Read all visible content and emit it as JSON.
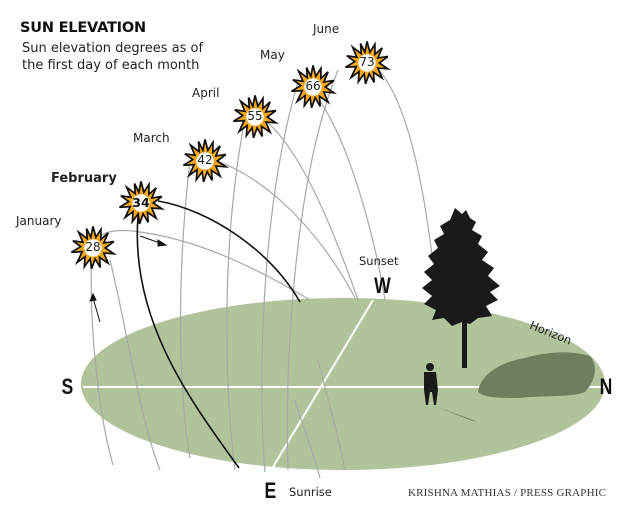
{
  "title": "SUN ELEVATION",
  "subtitle": "Sun elevation degrees as of the first day of each month",
  "months": [
    {
      "name": "January",
      "elevation": "28"
    },
    {
      "name": "February",
      "elevation": "34",
      "highlighted": true
    },
    {
      "name": "March",
      "elevation": "42"
    },
    {
      "name": "April",
      "elevation": "55"
    },
    {
      "name": "May",
      "elevation": "66"
    },
    {
      "name": "June",
      "elevation": "73"
    }
  ],
  "directions": {
    "south": "S",
    "north": "N",
    "east": "E",
    "west": "W"
  },
  "labels": {
    "sunrise": "Sunrise",
    "sunset": "Sunset",
    "horizon": "Horizon"
  },
  "credit": "KRISHNA MATHIAS / PRESS GRAPHIC",
  "colors": {
    "ground": "#b1c39a",
    "sun": "#f2a91c",
    "arc": "#a8a8a8",
    "highlight_arc": "#111111",
    "tree": "#1a1a1a",
    "shadow": "#6e7f5e"
  }
}
